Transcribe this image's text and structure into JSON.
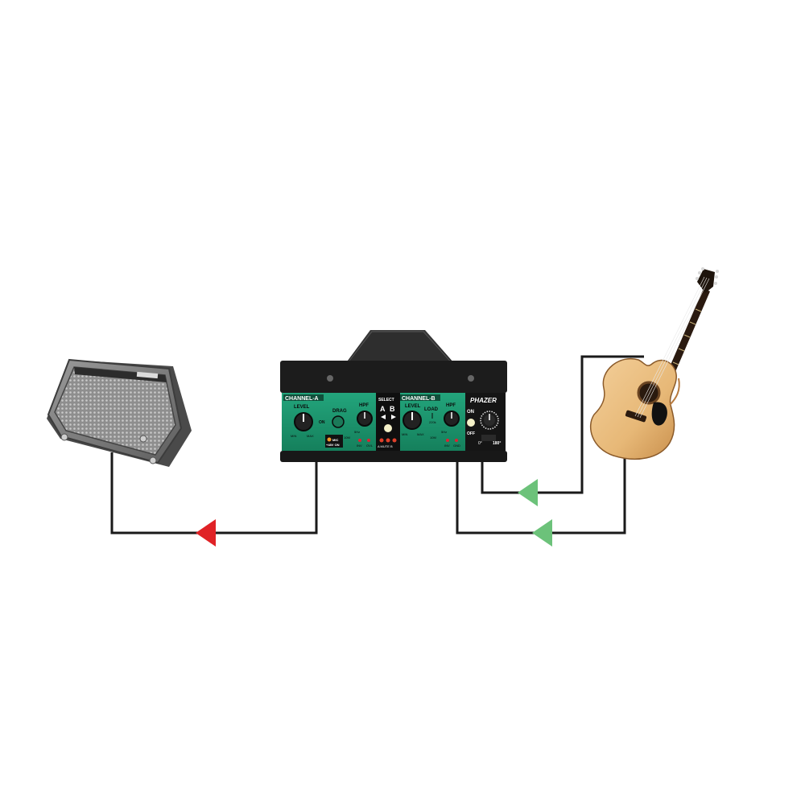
{
  "diagram": {
    "device": {
      "brand": "PHAZER",
      "channel_a": {
        "title": "CHANNEL-A",
        "level_label": "LEVEL",
        "level_min": "MIN",
        "level_max": "MAX",
        "drag_label": "DRAG",
        "drag_on": "ON",
        "drag_value": "10M",
        "hpf_label": "HPF",
        "hpf_freq": "5Hz",
        "mic_label": "MIC",
        "phantom_label": "+48V ON",
        "switch_labels": [
          "INV",
          "OVL"
        ]
      },
      "select": {
        "label": "SELECT",
        "a": "A",
        "b": "B",
        "mute_label": "A  MUTE  B"
      },
      "channel_b": {
        "title": "CHANNEL-B",
        "level_label": "LEVEL",
        "level_min": "MIN",
        "level_max": "MAX",
        "load_label": "LOAD",
        "load_value": "220k",
        "load_max": "10M",
        "hpf_label": "HPF",
        "hpf_freq": "5Hz",
        "switch_labels": [
          "INV",
          "GND"
        ]
      },
      "phase": {
        "on_label": "ON",
        "off_label": "OFF",
        "range_min": "0°",
        "range_max": "180°"
      }
    },
    "colors": {
      "panel_green": "#1f9a72",
      "arrow_red": "#e02226",
      "arrow_green": "#6cc27a",
      "wire": "#1a1a1a"
    }
  }
}
